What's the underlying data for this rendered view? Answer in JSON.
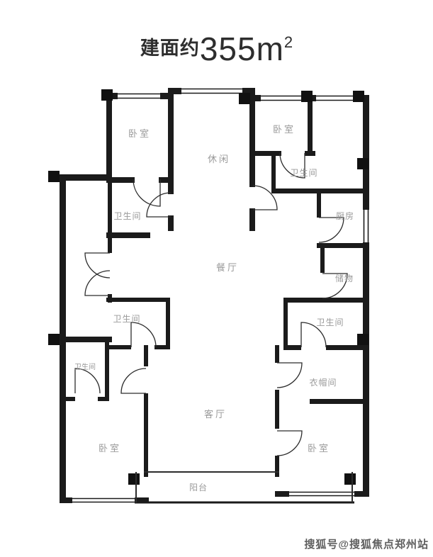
{
  "title": {
    "prefix": "建面约",
    "number": "355m",
    "sup": "2"
  },
  "rooms": [
    {
      "id": "bedroom-top-left",
      "label": "卧室"
    },
    {
      "id": "leisure",
      "label": "休闲"
    },
    {
      "id": "bedroom-top-right",
      "label": "卧室"
    },
    {
      "id": "bathroom-top-right",
      "label": "卫生间"
    },
    {
      "id": "bathroom-left-upper",
      "label": "卫生间"
    },
    {
      "id": "kitchen",
      "label": "厨房"
    },
    {
      "id": "dining-room",
      "label": "餐厅"
    },
    {
      "id": "storage",
      "label": "储物"
    },
    {
      "id": "bathroom-left-mid",
      "label": "卫生间"
    },
    {
      "id": "bathroom-right-mid",
      "label": "卫生间"
    },
    {
      "id": "bathroom-left-small",
      "label": "卫生间"
    },
    {
      "id": "cloakroom",
      "label": "衣帽间"
    },
    {
      "id": "living-room",
      "label": "客厅"
    },
    {
      "id": "bedroom-bottom-left",
      "label": "卧室"
    },
    {
      "id": "bedroom-bottom-right",
      "label": "卧室"
    },
    {
      "id": "balcony",
      "label": "阳台"
    }
  ],
  "watermark": "搜狐号@搜狐焦点郑州站",
  "colors": {
    "wall": "#1b1b1b",
    "room_label": "#9a9a9a",
    "title_text": "#2e2e2e",
    "watermark_text": "#5f5f5f"
  }
}
